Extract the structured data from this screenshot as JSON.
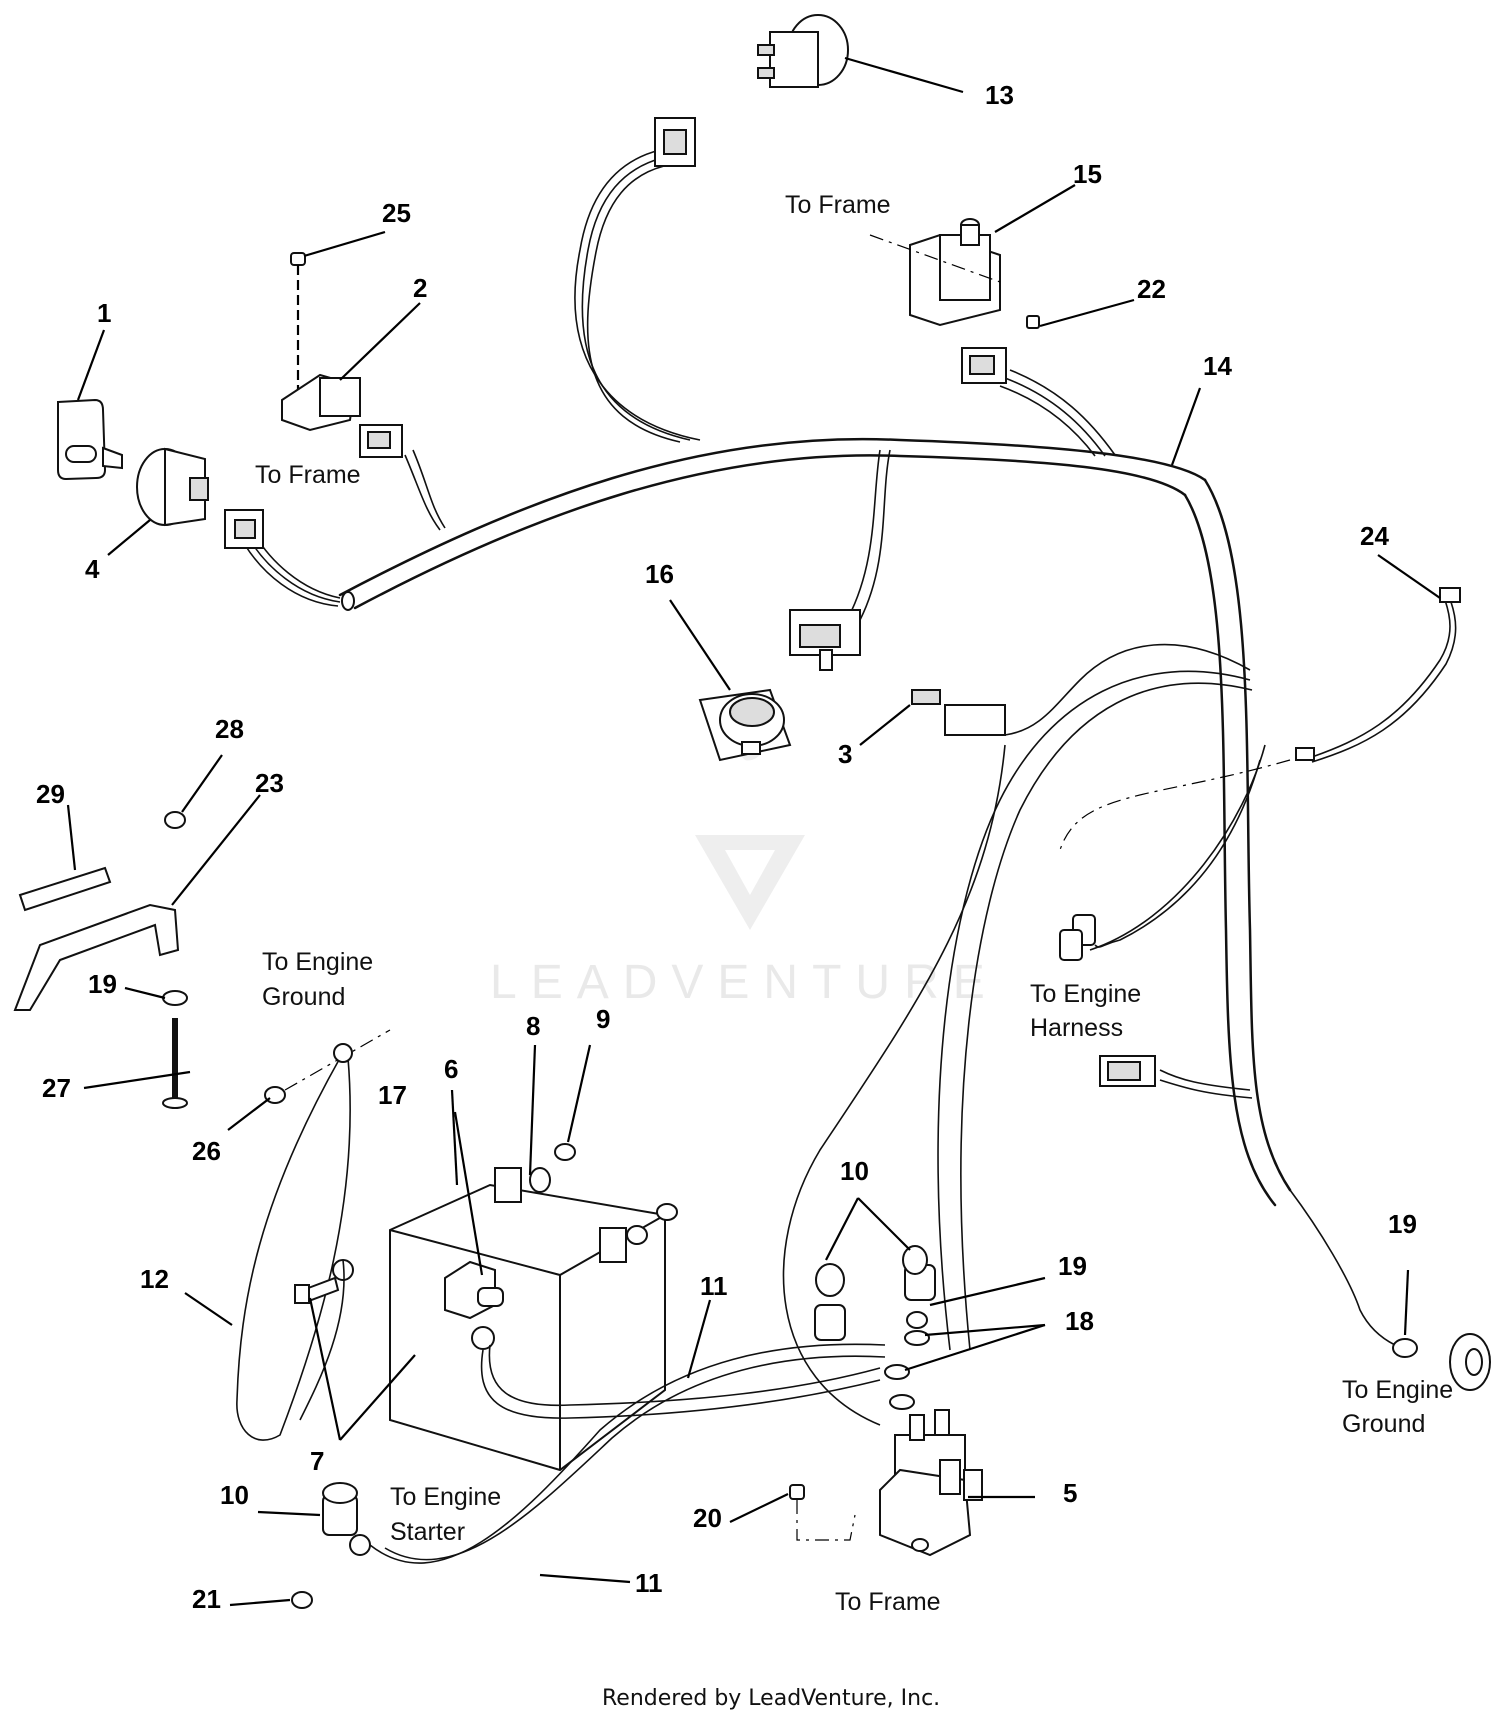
{
  "callouts": {
    "c1": "1",
    "c2": "2",
    "c3": "3",
    "c4": "4",
    "c5": "5",
    "c6": "6",
    "c7": "7",
    "c8": "8",
    "c9": "9",
    "c10a": "10",
    "c10b": "10",
    "c11a": "11",
    "c11b": "11",
    "c12": "12",
    "c13": "13",
    "c14": "14",
    "c15": "15",
    "c16": "16",
    "c17": "17",
    "c18": "18",
    "c19a": "19",
    "c19b": "19",
    "c19c": "19",
    "c20": "20",
    "c21": "21",
    "c22": "22",
    "c23": "23",
    "c24": "24",
    "c25": "25",
    "c26": "26",
    "c27": "27",
    "c28": "28",
    "c29": "29"
  },
  "notes": {
    "to_frame_top": "To Frame",
    "to_frame_left": "To Frame",
    "to_frame_bottom": "To Frame",
    "to_engine_ground_left_1": "To Engine",
    "to_engine_ground_left_2": "Ground",
    "to_engine_harness_1": "To Engine",
    "to_engine_harness_2": "Harness",
    "to_engine_ground_right_1": "To Engine",
    "to_engine_ground_right_2": "Ground",
    "to_engine_starter_1": "To Engine",
    "to_engine_starter_2": "Starter"
  },
  "watermark": "LEADVENTURE",
  "footer": "Rendered by LeadVenture, Inc."
}
